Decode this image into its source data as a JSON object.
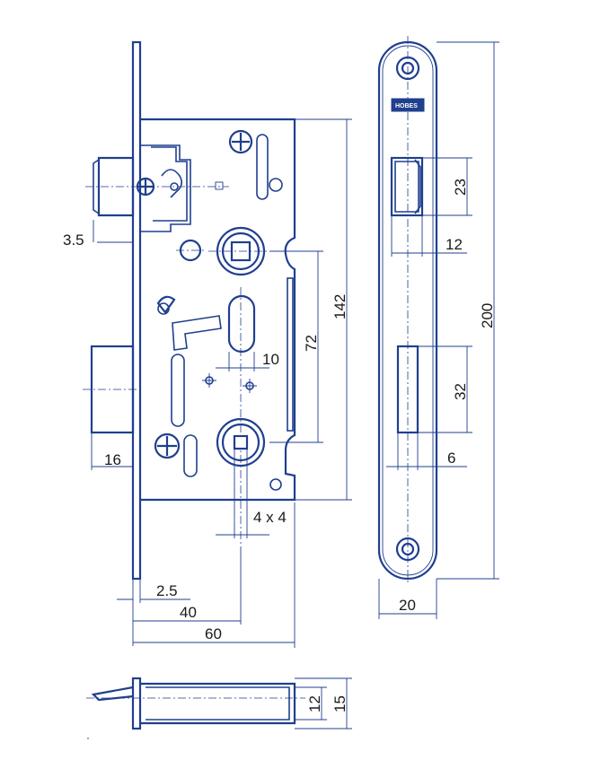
{
  "brand_label": "HOBES",
  "colors": {
    "line": "#1f3f8f",
    "text": "#1a1a1a",
    "background": "#ffffff"
  },
  "dimensions": {
    "backset_offset": "3.5",
    "bolt_projection": "16",
    "forend_thickness": "2.5",
    "backset": "40",
    "case_depth": "60",
    "spindle_square": "4 x 4",
    "keyhole_width": "10",
    "spindle_to_key": "72",
    "case_height": "142",
    "latch_height": "23",
    "latch_width": "12",
    "forend_height": "200",
    "bolt_height": "32",
    "bolt_width": "6",
    "forend_width": "20",
    "case_thickness": "12",
    "forend_thickness_total": "15"
  }
}
